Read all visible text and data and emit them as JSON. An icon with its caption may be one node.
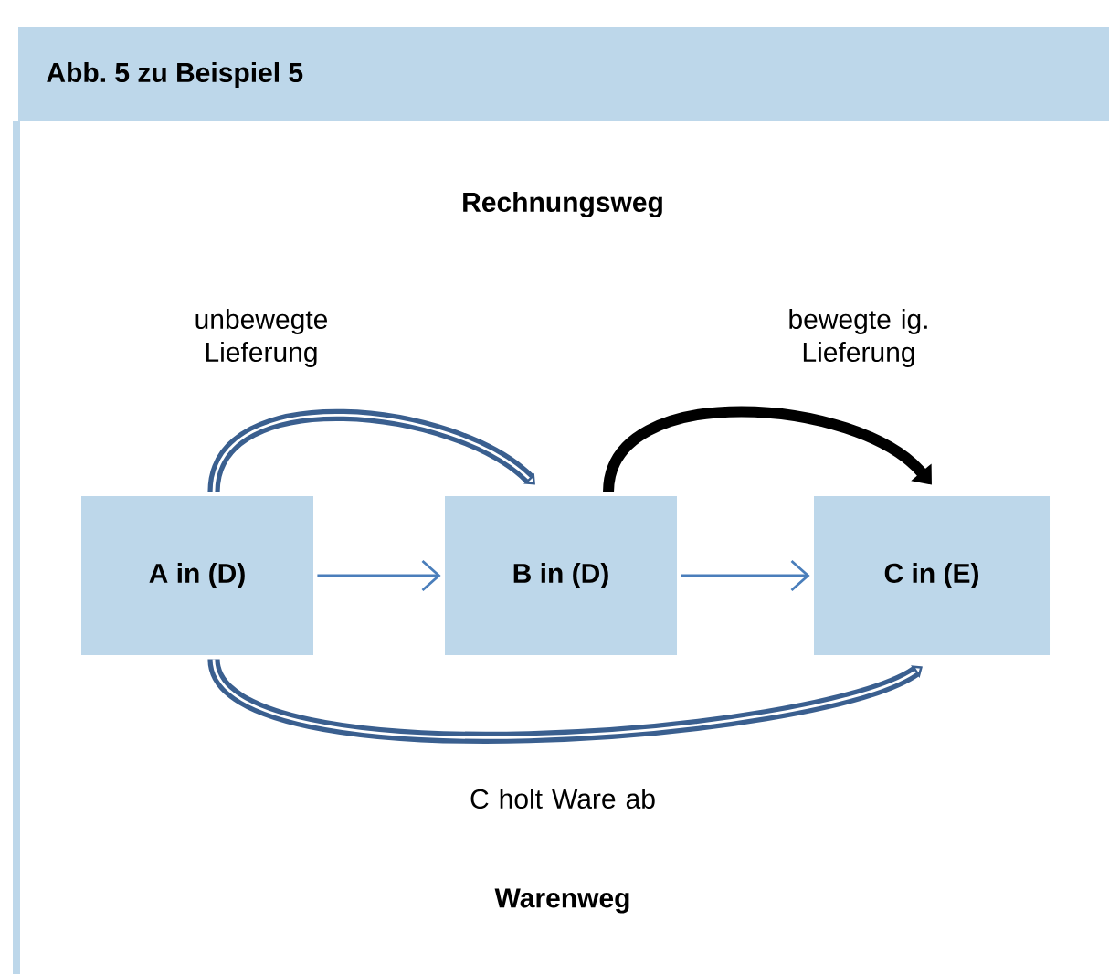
{
  "diagram": {
    "title": "Abb. 5 zu Beispiel 5",
    "nodes": [
      {
        "text": [
          "A in (D)"
        ]
      },
      {
        "text": [
          "B in (D)"
        ]
      },
      {
        "text": [
          "C in (E)"
        ]
      }
    ],
    "edges": [
      {
        "from": 0,
        "to": 1,
        "arrow": "to",
        "color": "#4a7ebb"
      },
      {
        "from": 1,
        "to": 2,
        "arrow": "to",
        "color": "#4a7ebb"
      },
      {
        "from": 0,
        "to": 1,
        "arrow": "to",
        "label": "unbewegte Lieferung",
        "color": "#3a5f8f"
      },
      {
        "from": 1,
        "to": 2,
        "arrow": "to",
        "label": "bewegte ig. Lieferung",
        "color": "#000000"
      },
      {
        "from": 0,
        "to": 2,
        "arrow": "to",
        "label": "C holt Ware ab",
        "color": "#3a5f8f"
      }
    ],
    "labels": [
      "Rechnungsweg",
      "Warenweg"
    ]
  }
}
